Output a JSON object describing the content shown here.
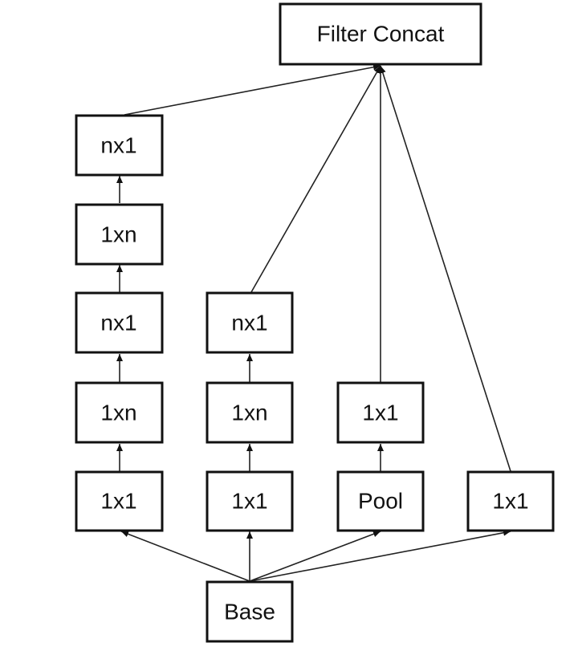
{
  "nodes": {
    "filter_concat": "Filter Concat",
    "b1_nx1_top": "nx1",
    "b1_1xn_top": "1xn",
    "b1_nx1_mid": "nx1",
    "b1_1xn_low": "1xn",
    "b1_1x1": "1x1",
    "b2_nx1": "nx1",
    "b2_1xn": "1xn",
    "b2_1x1": "1x1",
    "b3_1x1": "1x1",
    "b3_pool": "Pool",
    "b4_1x1": "1x1",
    "base": "Base"
  },
  "colors": {
    "stroke": "#111111",
    "background": "#ffffff"
  }
}
